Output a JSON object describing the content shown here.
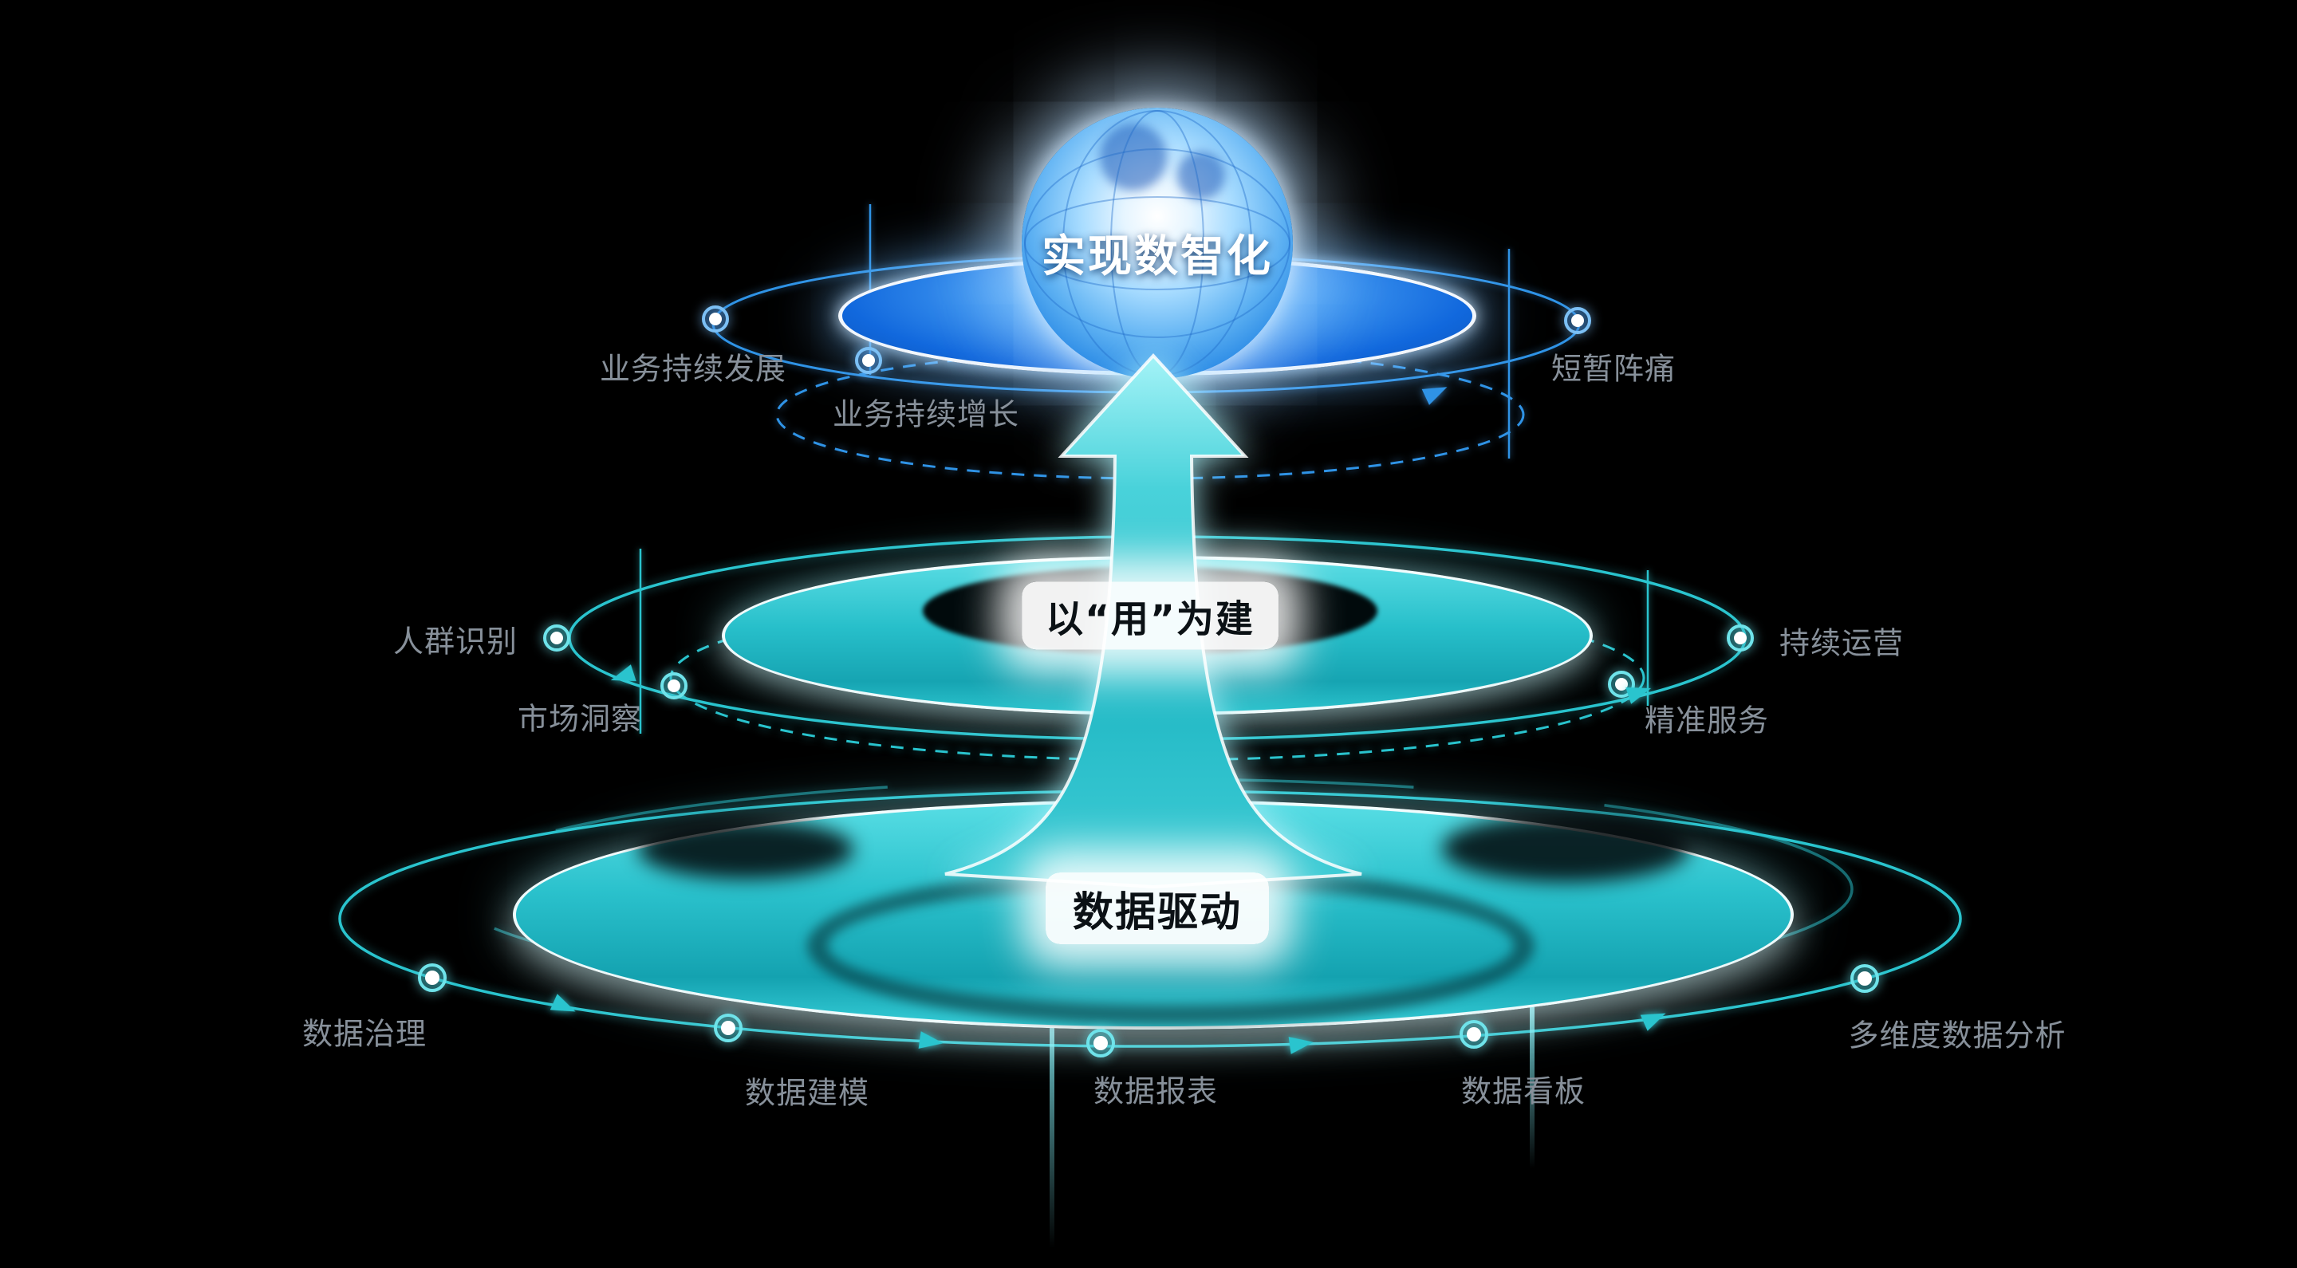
{
  "colors": {
    "background": "#000000",
    "teal": "#2AC4CE",
    "teal_bright": "#6FE3EA",
    "blue": "#2F93E6",
    "blue_deep": "#0A50B4",
    "label_gray": "#87909A"
  },
  "tiers": {
    "top": {
      "title": "实现数智化"
    },
    "middle": {
      "title": "以“用”为建"
    },
    "bottom": {
      "title": "数据驱动"
    }
  },
  "annotations": {
    "top": [
      {
        "id": "business-sustain",
        "text": "业务持续发展"
      },
      {
        "id": "business-growth",
        "text": "业务持续增长"
      },
      {
        "id": "short-pain",
        "text": "短暂阵痛"
      }
    ],
    "middle": [
      {
        "id": "crowd-identify",
        "text": "人群识别"
      },
      {
        "id": "market-insight",
        "text": "市场洞察"
      },
      {
        "id": "continuous-operation",
        "text": "持续运营"
      },
      {
        "id": "precise-service",
        "text": "精准服务"
      }
    ],
    "bottom": [
      {
        "id": "data-governance",
        "text": "数据治理"
      },
      {
        "id": "data-modeling",
        "text": "数据建模"
      },
      {
        "id": "data-report",
        "text": "数据报表"
      },
      {
        "id": "data-dashboard",
        "text": "数据看板"
      },
      {
        "id": "multi-dimension-analysis",
        "text": "多维度数据分析"
      }
    ]
  }
}
